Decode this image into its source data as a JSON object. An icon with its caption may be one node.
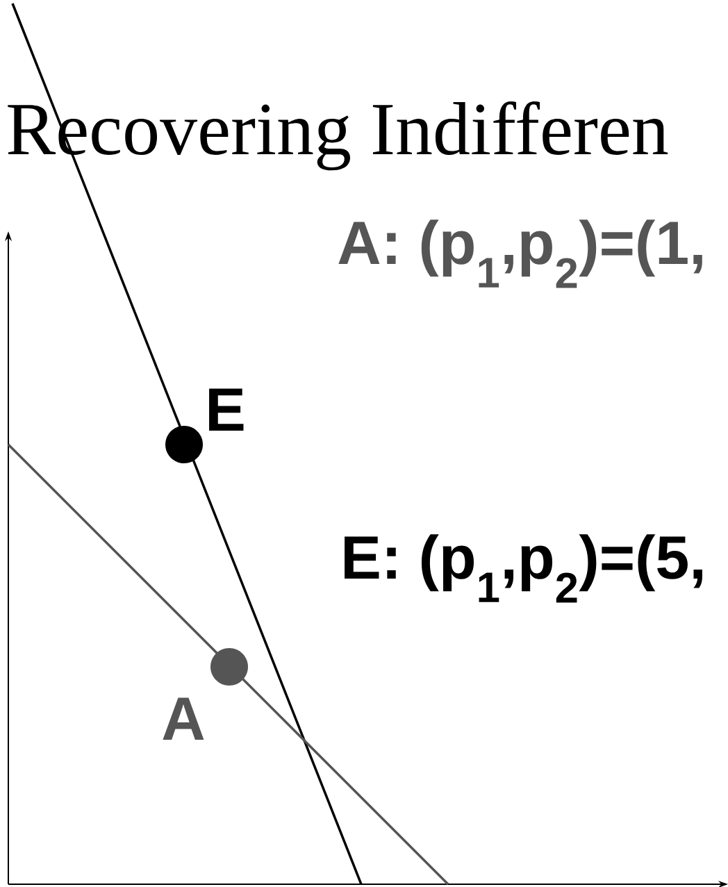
{
  "diagram": {
    "title": "Recovering Indifferen",
    "nodes": [
      {
        "text": [],
        "shape": "circle",
        "beside": [
          "E"
        ]
      },
      {
        "text": [],
        "shape": "circle",
        "beside": [
          "A"
        ]
      }
    ],
    "labels": [
      "A: (p$_{1}$,p$_{2}$)=(1,",
      "E: (p$_{1}$,p$_{2}$)=(5,"
    ]
  }
}
